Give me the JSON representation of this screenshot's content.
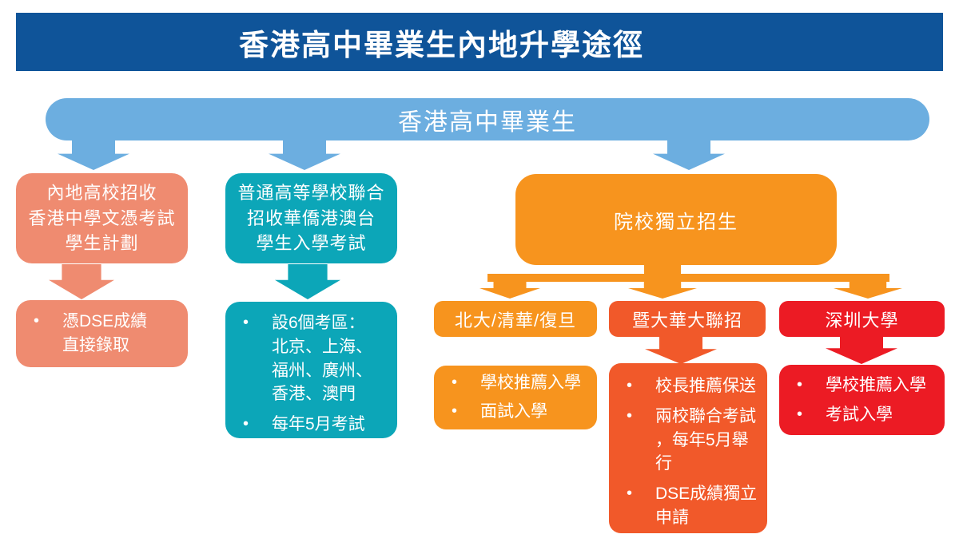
{
  "title": "香港高中畢業生內地升學途徑",
  "banner": "香港高中畢業生",
  "bullet_char": "•",
  "colors": {
    "title_bar_bg": "#0F5499",
    "banner_bg": "#6CAEE0",
    "salmon": "#EF8B70",
    "teal": "#0CA6B8",
    "orange": "#F7941E",
    "orange_red": "#F1592A",
    "red": "#EC1B24",
    "text": "#FFFFFF",
    "background": "#FFFFFF"
  },
  "branches": {
    "dse_scheme": {
      "header": "內地高校招收\n香港中學文憑考試\n學生計劃",
      "bullets": [
        "憑DSE成績\n直接錄取"
      ]
    },
    "joint_exam": {
      "header": "普通高等學校聯合\n招收華僑港澳台\n學生入學考試",
      "bullets": [
        "設6個考區：\n北京、上海、\n福州、廣州、\n香港、澳門",
        "每年5月考試"
      ]
    },
    "independent": {
      "header": "院校獨立招生",
      "sub_branches": [
        {
          "header": "北大/清華/復旦",
          "bullets": [
            "學校推薦入學",
            "面試入學"
          ]
        },
        {
          "header": "暨大華大聯招",
          "bullets": [
            "校長推薦保送",
            "兩校聯合考試\n，每年5月舉\n行",
            "DSE成績獨立\n申請"
          ]
        },
        {
          "header": "深圳大學",
          "bullets": [
            "學校推薦入學",
            "考試入學"
          ]
        }
      ]
    }
  }
}
